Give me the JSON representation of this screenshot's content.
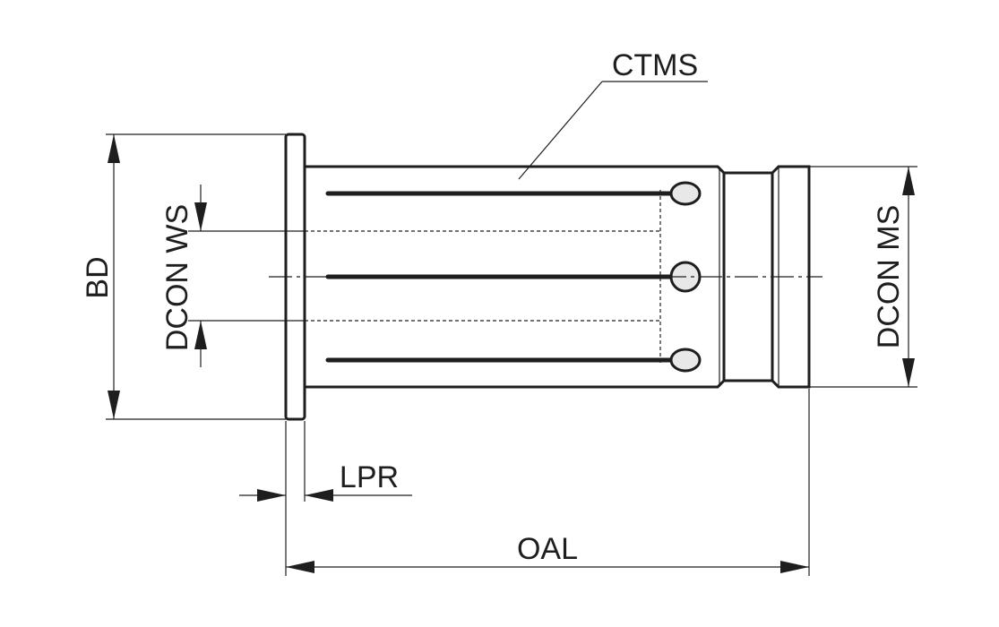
{
  "labels": {
    "ctms": "CTMS",
    "bd": "BD",
    "dcon_ws": "DCON WS",
    "dcon_ms": "DCON MS",
    "lpr": "LPR",
    "oal": "OAL"
  },
  "colors": {
    "line": "#1e1e1e",
    "body_light": "#f4f4f4",
    "body_mid": "#d8d8d8",
    "body_dark": "#9a9a9a",
    "groove_light": "#c4c4c4",
    "groove_dark": "#8c8c8c"
  }
}
